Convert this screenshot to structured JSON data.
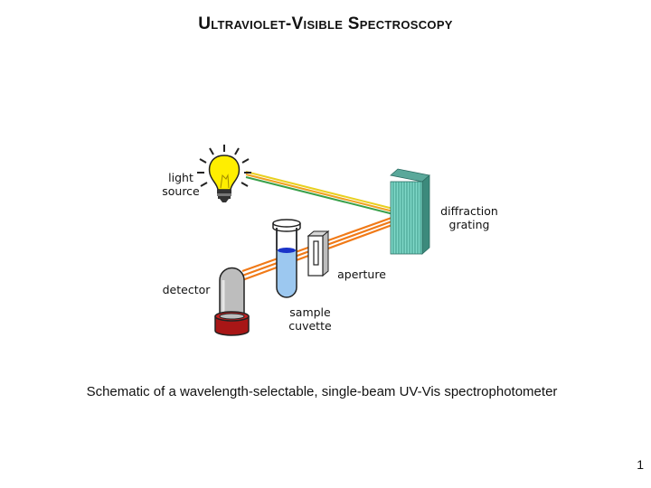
{
  "slide": {
    "title": "Ultraviolet-Visible Spectroscopy",
    "caption": "Schematic of a wavelength-selectable, single-beam UV-Vis spectrophotometer",
    "page_number": "1"
  },
  "diagram": {
    "labels": {
      "light_source_1": "light",
      "light_source_2": "source",
      "diffraction_1": "diffraction",
      "diffraction_2": "grating",
      "aperture": "aperture",
      "detector": "detector",
      "sample_1": "sample",
      "sample_2": "cuvette"
    },
    "colors": {
      "beam_white_yellow": "#e8d020",
      "beam_green": "#3aa04a",
      "beam_orange": "#f07a18",
      "bulb": "#ffee00",
      "grating": "#7fd8c8",
      "sample_liquid": "#9cc8f0",
      "liquid_surface": "#1a33c8",
      "detector_base": "#b01818",
      "detector_body": "#b8b8b8"
    }
  }
}
